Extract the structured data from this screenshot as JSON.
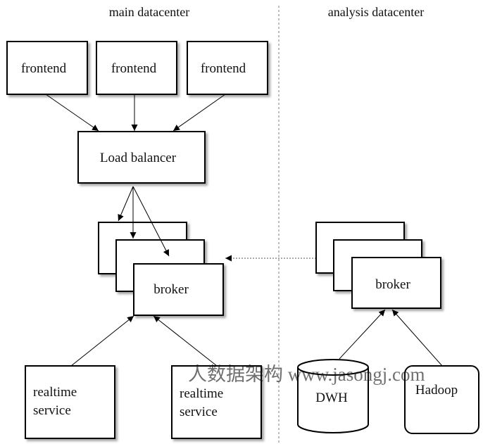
{
  "headers": {
    "main": "main datacenter",
    "analysis": "analysis datacenter"
  },
  "nodes": {
    "frontend_1": "frontend",
    "frontend_2": "frontend",
    "frontend_3": "frontend",
    "load_balancer": "Load balancer",
    "broker_main": "broker",
    "broker_analysis": "broker",
    "realtime_1_line1": "realtime",
    "realtime_1_line2": "service",
    "realtime_2_line1": "realtime",
    "realtime_2_line2": "service",
    "dwh": "DWH",
    "hadoop": "Hadoop"
  },
  "watermark": "人数据架构 www.jasongj.com",
  "colors": {
    "line": "#000000",
    "separator": "#7f7f7f",
    "watermark": "#9a9a9a"
  }
}
